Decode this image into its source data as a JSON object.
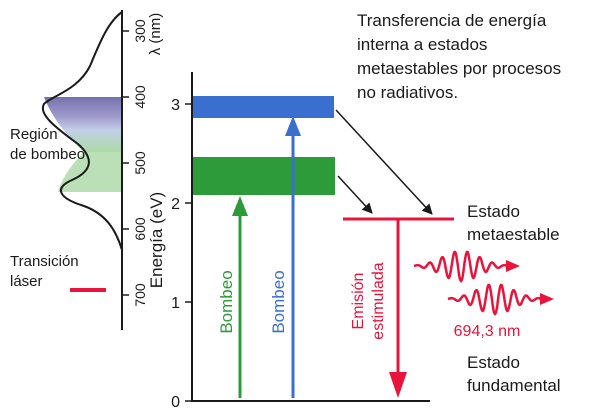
{
  "wavelength_axis": {
    "label": "λ (nm)",
    "ticks": [
      "300",
      "400",
      "500",
      "600",
      "700"
    ]
  },
  "energy_axis": {
    "label": "Energía (eV)",
    "ticks": [
      "0",
      "1",
      "2",
      "3"
    ]
  },
  "left_labels": {
    "pump_region_line1": "Región",
    "pump_region_line2": "de bombeo",
    "laser_transition_line1": "Transición",
    "laser_transition_line2": "láser"
  },
  "note": {
    "line1": "Transferencia de energía",
    "line2": "interna a estados",
    "line3": "metaestables por procesos",
    "line4": "no radiativos."
  },
  "arrows": {
    "pump_green": "Bombeo",
    "pump_blue": "Bombeo",
    "emission_line1": "Emisión",
    "emission_line2": "estimulada"
  },
  "states": {
    "metastable_line1": "Estado",
    "metastable_line2": "metaestable",
    "ground_line1": "Estado",
    "ground_line2": "fundamental"
  },
  "wavelength_label": "694,3 nm",
  "colors": {
    "green": "#2e9b3a",
    "blue": "#3a6fd0",
    "red": "#e8143c",
    "black": "#1a1a1a"
  }
}
